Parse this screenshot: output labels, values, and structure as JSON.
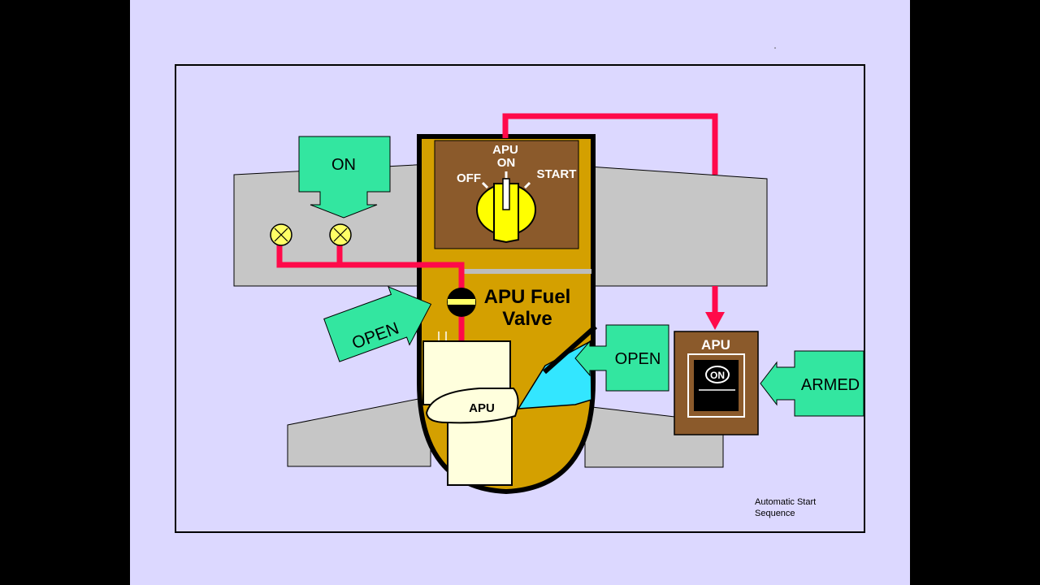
{
  "colors": {
    "background_outer": "#000000",
    "slide": "#dcd8ff",
    "wing": "#c6c6c6",
    "fuselage": "#d4a000",
    "panel_brown": "#8b5a2b",
    "wire_red": "#ff0a4a",
    "callout_green": "#33e6a0",
    "light_yellow": "#ffff66",
    "knob_yellow": "#ffff00",
    "apu_box": "#ffffdd",
    "fuel_cyan": "#33e6ff"
  },
  "selector": {
    "label_apu_on_line1": "APU",
    "label_apu_on_line2": "ON",
    "label_off": "OFF",
    "label_start": "START"
  },
  "fuel_valve": {
    "label_line1": "APU Fuel",
    "label_line2": "Valve"
  },
  "callouts": {
    "lights_on": "ON",
    "fuel_valve_open": "OPEN",
    "inlet_door_open": "OPEN",
    "armed": "ARMED"
  },
  "apu_switch": {
    "title": "APU",
    "button_label": "ON"
  },
  "apu_unit": {
    "label": "APU"
  },
  "caption": {
    "line1": "Automatic Start",
    "line2": "Sequence"
  }
}
